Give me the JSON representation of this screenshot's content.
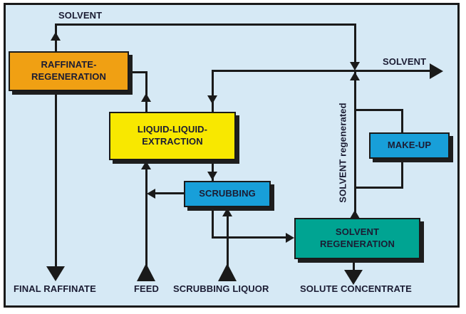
{
  "diagram": {
    "background_color": "#d6e9f5",
    "line_color": "#1a1a1a",
    "text_color": "#1b1c33",
    "boxes": {
      "raffinate_regeneration": {
        "label": "RAFFINATE-\nREGENERATION",
        "color": "#F0A013"
      },
      "liquid_liquid_extraction": {
        "label": "LIQUID-LIQUID-\nEXTRACTION",
        "color": "#F8E800"
      },
      "scrubbing": {
        "label": "SCRUBBING",
        "color": "#189FD9"
      },
      "make_up": {
        "label": "MAKE-UP",
        "color": "#189FD9"
      },
      "solvent_regeneration": {
        "label": "SOLVENT\nREGENERATION",
        "color": "#00A492"
      }
    },
    "stream_labels": {
      "solvent_top": "SOLVENT",
      "solvent_right": "SOLVENT",
      "solvent_regenerated": "SOLVENT regenerated",
      "final_raffinate": "FINAL RAFFINATE",
      "feed": "FEED",
      "scrubbing_liquor": "SCRUBBING LIQUOR",
      "solute_concentrate": "SOLUTE CONCENTRATE"
    }
  }
}
